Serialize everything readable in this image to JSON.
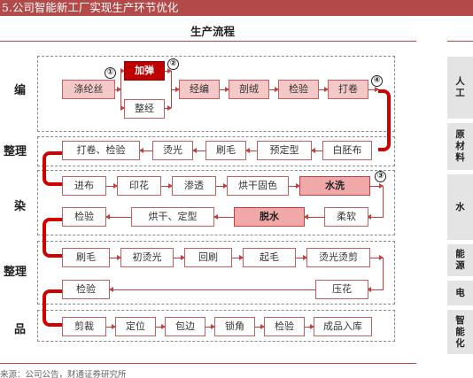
{
  "header": {
    "title": "5.公司智能新工厂实现生产环节优化"
  },
  "diagram": {
    "title": "生产流程"
  },
  "stages": [
    {
      "key": "bian",
      "label": "编"
    },
    {
      "key": "zhengli1",
      "label": "整理"
    },
    {
      "key": "ran",
      "label": "染"
    },
    {
      "key": "zhengli2",
      "label": "整理"
    },
    {
      "key": "pin",
      "label": "品"
    }
  ],
  "nodes": {
    "dilunsi": "涤纶丝",
    "jiadan": "加弹",
    "zhengjing": "整经",
    "jingbian": "经编",
    "pourong": "剖绒",
    "jianyan1": "检验",
    "dajuan1": "打卷",
    "baipibu": "白胚布",
    "yudingxing": "预定型",
    "shuamao1": "刷毛",
    "tangguang1": "烫光",
    "dajuanjianyan": "打卷、检验",
    "jinbu": "进布",
    "yinhua": "印花",
    "shentou": "渗透",
    "hongganguse": "烘干固色",
    "shuixi": "水洗",
    "rouruan": "柔软",
    "tuoshui": "脱水",
    "hongandingxing": "烘干、定型",
    "jianyan2": "检验",
    "shuamao2": "刷毛",
    "chutangguang": "初烫光",
    "huishua": "回刷",
    "qimao": "起毛",
    "tangguangtangjian": "烫光烫剪",
    "yahua": "压花",
    "jianyan3": "检验",
    "jiancai": "剪裁",
    "dingwei": "定位",
    "baobian": "包边",
    "suojiao": "锁角",
    "jianyan4": "检验",
    "chengpinruku": "成品入库"
  },
  "markers": [
    "①",
    "②",
    "③",
    "④"
  ],
  "right_panel": [
    {
      "key": "rengong",
      "label": "人工"
    },
    {
      "key": "yuancailiao",
      "label": "原材料"
    },
    {
      "key": "shui",
      "label": "水"
    },
    {
      "key": "nengyuan",
      "label": "能源"
    },
    {
      "key": "dian",
      "label": "电"
    },
    {
      "key": "zhinenghua",
      "label": "智能化"
    }
  ],
  "footer": {
    "source": "来源：公司公告，财通证券研究所"
  },
  "colors": {
    "brand": "#b24a4a",
    "accent_red": "#c00000",
    "box_pink": "#f5c8c8",
    "panel_grey": "#e4e4e4"
  }
}
